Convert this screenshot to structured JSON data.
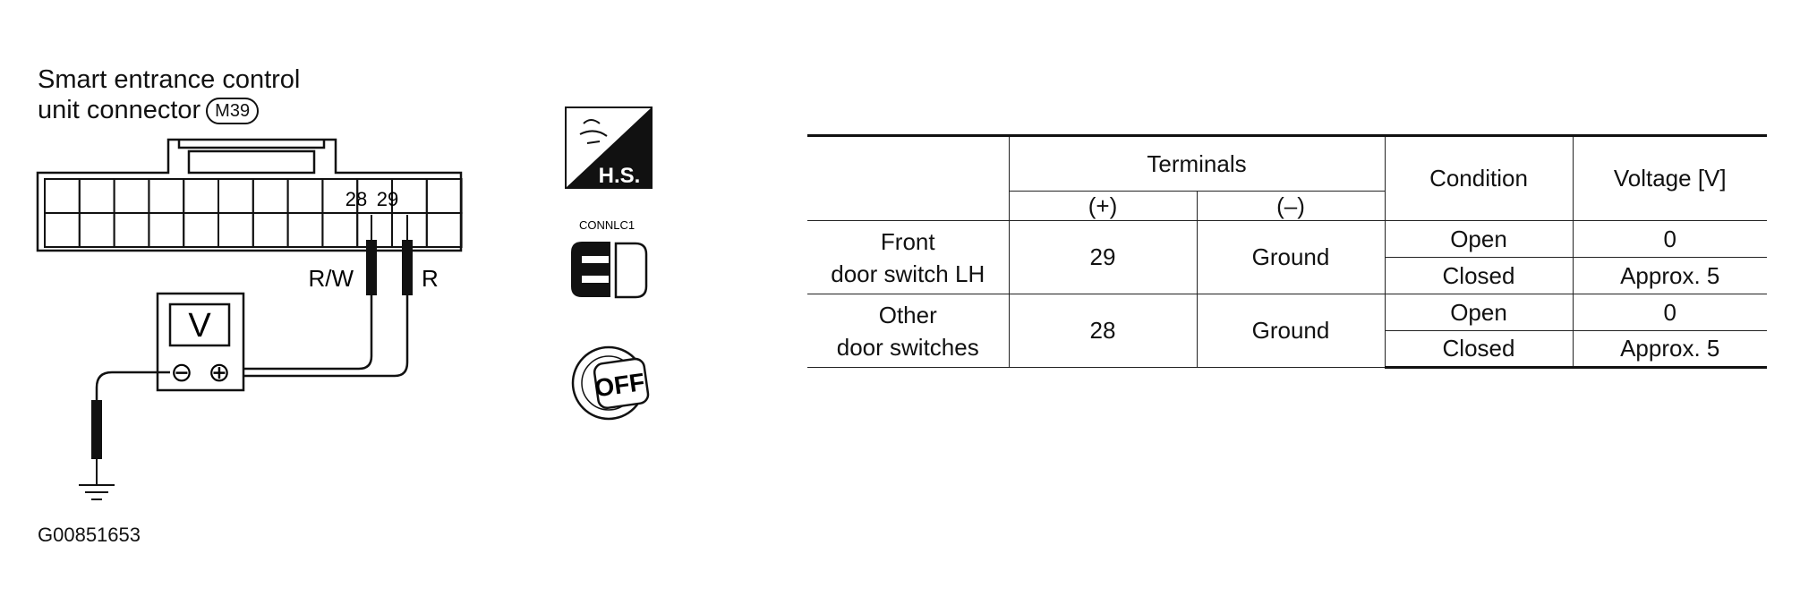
{
  "connector": {
    "title_line1": "Smart entrance control",
    "title_line2": "unit connector",
    "connector_id": "M39",
    "pin_28": "28",
    "pin_29": "29",
    "wire_left": "R/W",
    "wire_right": "R"
  },
  "meter": {
    "symbol": "V",
    "minus": "⊖",
    "plus": "⊕"
  },
  "icons": {
    "harness_label": "H.S.",
    "connector_label": "CONNLC1",
    "key_label": "OFF"
  },
  "figure_id": "G00851653",
  "table": {
    "header": {
      "terminals": "Terminals",
      "plus": "(+)",
      "minus": "(–)",
      "condition": "Condition",
      "voltage": "Voltage [V]"
    },
    "rows": [
      {
        "name_line1": "Front",
        "name_line2": "door switch LH",
        "plus": "29",
        "minus": "Ground",
        "conditions": [
          {
            "condition": "Open",
            "voltage": "0"
          },
          {
            "condition": "Closed",
            "voltage": "Approx. 5"
          }
        ]
      },
      {
        "name_line1": "Other",
        "name_line2": "door switches",
        "plus": "28",
        "minus": "Ground",
        "conditions": [
          {
            "condition": "Open",
            "voltage": "0"
          },
          {
            "condition": "Closed",
            "voltage": "Approx. 5"
          }
        ]
      }
    ]
  }
}
